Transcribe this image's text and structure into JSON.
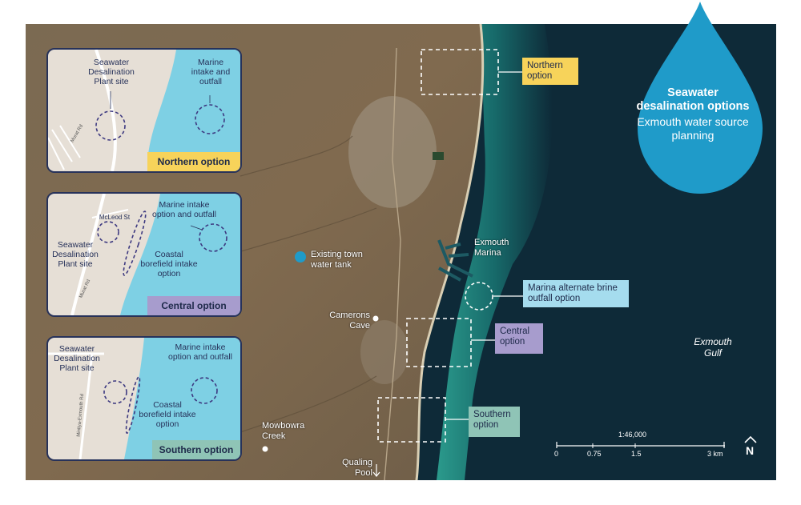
{
  "title": {
    "main": "Seawater desalination options",
    "sub": "Exmouth water source planning"
  },
  "map_labels": {
    "exmouth_marina": "Exmouth Marina",
    "existing_tank": "Existing town water tank",
    "camerons_cave": "Camerons Cave",
    "mowbowra_creek": "Mowbowra Creek",
    "qualing_pool": "Qualing Pool",
    "exmouth_gulf": "Exmouth Gulf"
  },
  "options": {
    "northern": "Northern option",
    "central": "Central option",
    "southern": "Southern option",
    "marina_alternate": "Marina alternate brine outfall option"
  },
  "insets": {
    "northern": {
      "plant": "Seawater Desalination Plant site",
      "marine": "Marine intake and outfall",
      "road": "Murat Rd",
      "badge": "Northern option"
    },
    "central": {
      "plant": "Seawater Desalination Plant site",
      "marine": "Marine intake option and outfall",
      "borefield": "Coastal borefield intake option",
      "road": "Murat Rd",
      "street": "McLeod St",
      "badge": "Central option"
    },
    "southern": {
      "plant": "Seawater Desalination Plant site",
      "marine": "Marine intake option and outfall",
      "borefield": "Coastal borefield intake option",
      "road": "Minilya-Exmouth Rd",
      "badge": "Southern option"
    }
  },
  "scale": {
    "ratio": "1:46,000",
    "ticks": [
      "0",
      "0.75",
      "1.5",
      "3 km"
    ]
  },
  "north_symbol": "N",
  "colors": {
    "yellow": "#f7d35a",
    "purple": "#a79ccd",
    "teal": "#8fc4b6",
    "lightblue": "#a5dcee",
    "drop": "#1f9bc9",
    "navy": "#27325a",
    "sea_deep": "#0e2a38",
    "land": "#7c6850"
  }
}
